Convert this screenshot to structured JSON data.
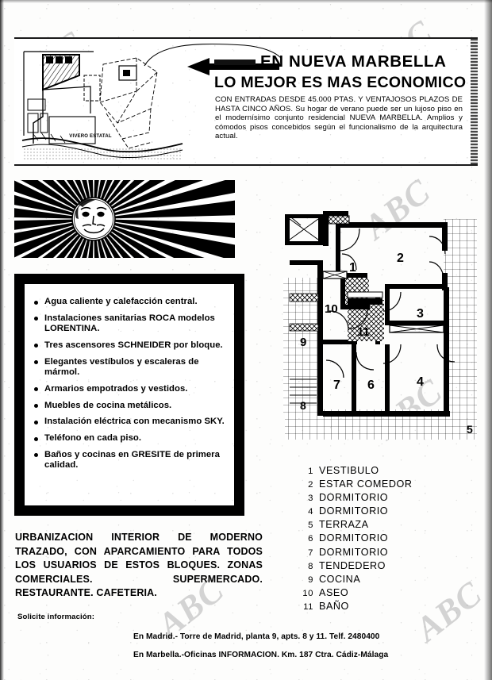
{
  "advertisement": {
    "headline_primary": "EN NUEVA MARBELLA",
    "headline_secondary": "LO MEJOR ES MAS ECONOMICO",
    "body_copy": "CON ENTRADAS DESDE 45.000 PTAS. Y VENTAJOSOS PLAZOS DE HASTA CINCO AÑOS. Su hogar de verano puede ser un lujoso piso en el modernísimo conjunto residencial NUEVA MARBELLA. Amplios y cómodos pisos concebidos según el funcionalismo de la arquitectura actual."
  },
  "locator_map": {
    "label": "VIVERO ESTATAL",
    "icon": "arrow-left-icon"
  },
  "sunburst": {
    "icon": "sun-face-icon"
  },
  "features": {
    "items": [
      "Agua caliente y calefacción central.",
      "Instalaciones sanitarias ROCA modelos LORENTINA.",
      "Tres ascensores SCHNEIDER por bloque.",
      "Elegantes vestíbulos y escaleras de mármol.",
      "Armarios empotrados y vestidos.",
      "Muebles de cocina metálicos.",
      "Instalación eléctrica con mecanismo SKY.",
      "Teléfono en cada piso.",
      "Baños y cocinas en GRESITE de primera calidad."
    ]
  },
  "floorplan": {
    "room_numbers": [
      "1",
      "2",
      "3",
      "4",
      "5",
      "6",
      "7",
      "8",
      "9",
      "10",
      "11"
    ]
  },
  "legend": {
    "rows": [
      {
        "num": "1",
        "label": "VESTIBULO"
      },
      {
        "num": "2",
        "label": "ESTAR COMEDOR"
      },
      {
        "num": "3",
        "label": "DORMITORIO"
      },
      {
        "num": "4",
        "label": "DORMITORIO"
      },
      {
        "num": "5",
        "label": "TERRAZA"
      },
      {
        "num": "6",
        "label": "DORMITORIO"
      },
      {
        "num": "7",
        "label": "DORMITORIO"
      },
      {
        "num": "8",
        "label": "TENDEDERO"
      },
      {
        "num": "9",
        "label": "COCINA"
      },
      {
        "num": "10",
        "label": "ASEO"
      },
      {
        "num": "11",
        "label": "BAÑO"
      }
    ]
  },
  "urbanization": {
    "text": "URBANIZACION INTERIOR DE MODERNO TRAZADO, CON APARCAMIENTO PARA TODOS LOS USUARIOS DE ESTOS BLOQUES. ZONAS COMERCIALES. SUPERMERCADO. RESTAURANTE. CAFETERIA."
  },
  "footer": {
    "cta": "Solicite información:",
    "madrid": "En Madrid.- Torre de Madrid, planta 9, apts. 8 y 11. Telf. 2480400",
    "marbella": "En Marbella.-Oficinas INFORMACION. Km. 187 Ctra. Cádiz-Málaga"
  },
  "watermarks": {
    "text": "ABC"
  },
  "colors": {
    "ink": "#000000",
    "paper": "#fdfdfc",
    "watermark": "#737373"
  }
}
